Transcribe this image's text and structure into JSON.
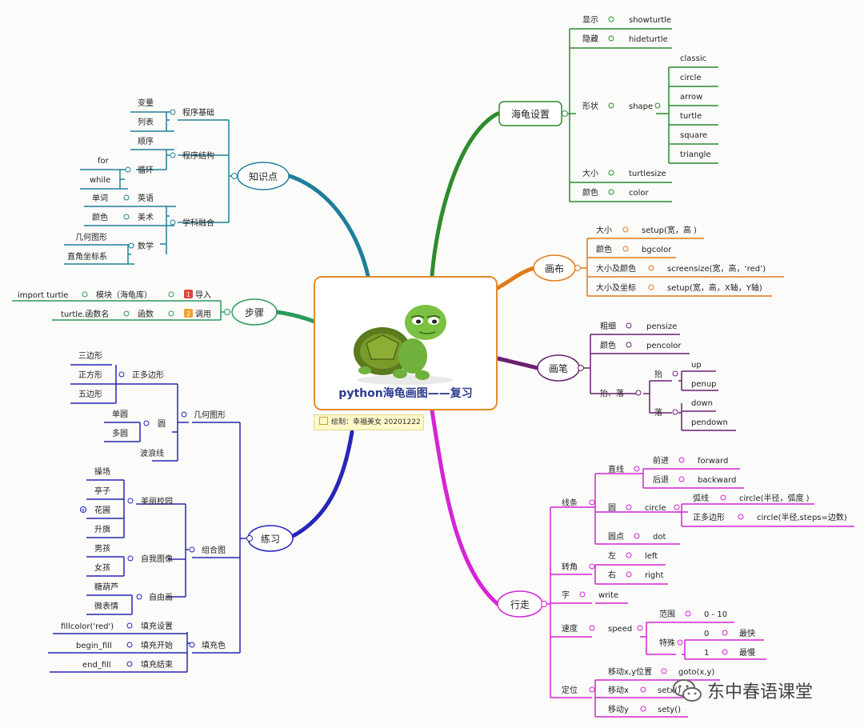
{
  "center": {
    "title": "python海龟画图——复习",
    "note": "绘制：幸福美女 20201222"
  },
  "branches": {
    "knowledge": {
      "label": "知识点"
    },
    "steps": {
      "label": "步骤"
    },
    "practice": {
      "label": "练习"
    },
    "turtle_settings": {
      "label": "海龟设置"
    },
    "canvas": {
      "label": "画布"
    },
    "pen": {
      "label": "画笔"
    },
    "walk": {
      "label": "行走"
    }
  },
  "knowledge": {
    "basics": "程序基础",
    "variable": "变量",
    "list": "列表",
    "structure": "程序结构",
    "sequence": "顺序",
    "loop": "循环",
    "for": "for",
    "while": "while",
    "fusion": "学科融合",
    "english": "英语",
    "word": "单词",
    "art": "美术",
    "color": "颜色",
    "math": "数学",
    "geometry": "几何图形",
    "coordinate": "直角坐标系"
  },
  "steps": {
    "module": "模块（海龟库）",
    "import_code": "import turtle",
    "import_label": "导入",
    "import_num": "1",
    "function": "函数",
    "call_code": "turtle.函数名",
    "call_label": "调用",
    "call_num": "2"
  },
  "practice": {
    "shapes": "几何图形",
    "polygon": "正多边形",
    "triangle": "三边形",
    "square": "正方形",
    "pentagon": "五边形",
    "circle": "圆",
    "single": "单圆",
    "multi": "多圆",
    "wave": "波浪线",
    "combo": "组合图",
    "campus": "美丽校园",
    "playground": "操场",
    "pavilion": "亭子",
    "flowerbed": "花圃",
    "flag": "升旗",
    "self": "自我图像",
    "boy": "男孩",
    "girl": "女孩",
    "free": "自由画",
    "gourd": "糖葫芦",
    "emoji": "微表情",
    "fill": "填充色",
    "fill_set": "填充设置",
    "fill_set_code": "fillcolor('red')",
    "fill_start": "填充开始",
    "fill_start_code": "begin_fill",
    "fill_end": "填充结束",
    "fill_end_code": "end_fill"
  },
  "turtle_settings": {
    "show": "显示",
    "show_code": "showturtle",
    "hide": "隐藏",
    "hide_code": "hideturtle",
    "shape": "形状",
    "shape_code": "shape",
    "shapes": [
      "classic",
      "circle",
      "arrow",
      "turtle",
      "square",
      "triangle"
    ],
    "size": "大小",
    "size_code": "turtlesize",
    "color": "颜色",
    "color_code": "color"
  },
  "canvas": {
    "size": "大小",
    "size_code": "setup(宽，高 )",
    "color": "颜色",
    "color_code": "bgcolor",
    "size_color": "大小及颜色",
    "size_color_code": "screensize(宽，高，‘red’)",
    "size_coord": "大小及坐标",
    "size_coord_code": "setup(宽，高，X轴，Y轴)"
  },
  "pen": {
    "thickness": "粗细",
    "thickness_code": "pensize",
    "color": "颜色",
    "color_code": "pencolor",
    "updown": "抬、落",
    "up": "抬",
    "up_code1": "up",
    "up_code2": "penup",
    "down": "落",
    "down_code1": "down",
    "down_code2": "pendown"
  },
  "walk": {
    "lines": "线条",
    "straight": "直线",
    "forward": "前进",
    "forward_code": "forward",
    "backward": "后退",
    "backward_code": "backward",
    "circle": "圆",
    "circle_code": "circle",
    "arc": "弧线",
    "arc_code": "circle(半径，弧度 )",
    "poly": "正多边形",
    "poly_code": "circle(半径,steps=边数)",
    "dot": "圆点",
    "dot_code": "dot",
    "turn": "转角",
    "left": "左",
    "left_code": "left",
    "right": "右",
    "right_code": "right",
    "text": "字",
    "text_code": "write",
    "speed": "速度",
    "speed_code": "speed",
    "range": "范围",
    "range_val": "0 - 10",
    "special": "特殊",
    "fastest_val": "0",
    "fastest": "最快",
    "slowest_val": "1",
    "slowest": "最慢",
    "position": "定位",
    "move_xy": "移动x,y位置",
    "move_xy_code": "goto(x,y)",
    "move_x": "移动x",
    "move_x_code": "setx()",
    "move_y": "移动y",
    "move_y_code": "sety()"
  },
  "watermark": "东中春语课堂",
  "colors": {
    "knowledge": "#1f7f9a",
    "steps": "#2a9a5a",
    "practice": "#2626b8",
    "turtle_settings": "#2e8b2e",
    "canvas": "#e07b1a",
    "pen": "#6a2070",
    "walk": "#d524d5",
    "center": "#e38a2c"
  }
}
